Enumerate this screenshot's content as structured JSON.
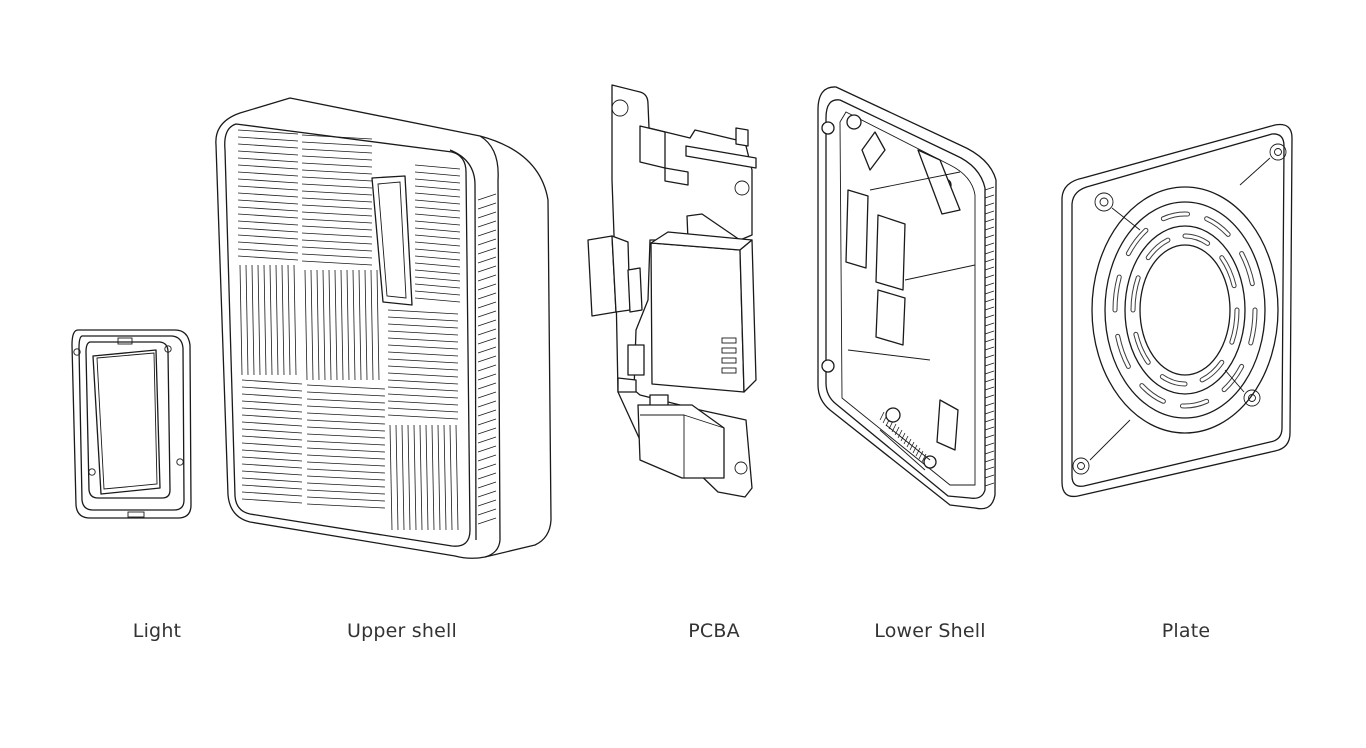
{
  "figure": {
    "title": "Exploded view of device components",
    "components": [
      {
        "key": "light",
        "label": "Light"
      },
      {
        "key": "upper_shell",
        "label": "Upper shell"
      },
      {
        "key": "pcba",
        "label": "PCBA"
      },
      {
        "key": "lower_shell",
        "label": "Lower Shell"
      },
      {
        "key": "plate",
        "label": "Plate"
      }
    ]
  },
  "colors": {
    "line": "#1a1a1a",
    "label": "#333333",
    "background": "#ffffff"
  }
}
